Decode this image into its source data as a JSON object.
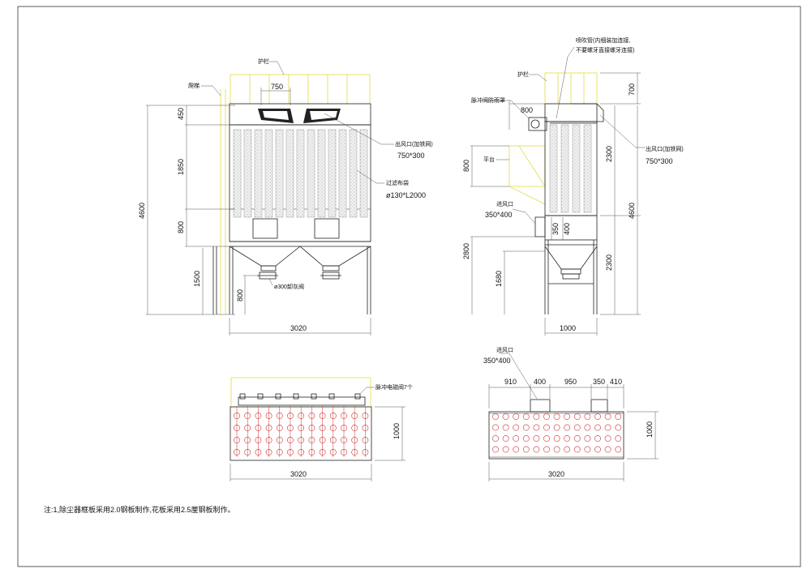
{
  "colors": {
    "line": "#222222",
    "guardrail": "#e8e06a",
    "hole": "#cc3333",
    "background": "#ffffff"
  },
  "front_view": {
    "labels": {
      "guardrail": "护栏",
      "ladder": "爬梯",
      "outlet": "出风口(加铁网)",
      "outlet_size": "750*300",
      "filter_bag": "过滤布袋",
      "filter_bag_size": "ø130*L2000",
      "discharge_valve": "ø300卸灰阀"
    },
    "dims": {
      "outlet_width": "750",
      "top": "450",
      "bag_zone": "1850",
      "lower": "800",
      "total_height": "4600",
      "leg": "1500",
      "valve": "800",
      "width": "3020"
    }
  },
  "side_view": {
    "labels": {
      "guardrail": "护栏",
      "blowpipe": "喷吹管(内细装加连接,",
      "blowpipe_note": "不要螺牙直接螺牙连接)",
      "pulse_cover": "脉冲阀防雨罩",
      "platform": "平台",
      "inlet": "进风口",
      "inlet_size": "350*400",
      "outlet": "出风口(加铁网)",
      "outlet_size": "750*300"
    },
    "dims": {
      "rail": "700",
      "pulse_width": "800",
      "platform": "800",
      "upper": "2300",
      "total_height": "4600",
      "inlet_a": "350",
      "inlet_b": "400",
      "lower": "2300",
      "inlet_height": "2800",
      "hopper": "1680",
      "width": "1000"
    }
  },
  "plan_left": {
    "labels": {
      "valves": "脉冲电磁阀7个"
    },
    "dims": {
      "width": "3020",
      "depth": "1000"
    }
  },
  "plan_right": {
    "labels": {
      "inlet": "进风口",
      "inlet_size": "350*400"
    },
    "dims": {
      "seg1": "910",
      "seg2": "400",
      "seg3": "950",
      "seg4": "350",
      "seg5": "410",
      "width": "3020",
      "depth": "1000"
    }
  },
  "note": "注:1,除尘器框板采用2.0钢板制作,花板采用2.5厘钢板制作。"
}
